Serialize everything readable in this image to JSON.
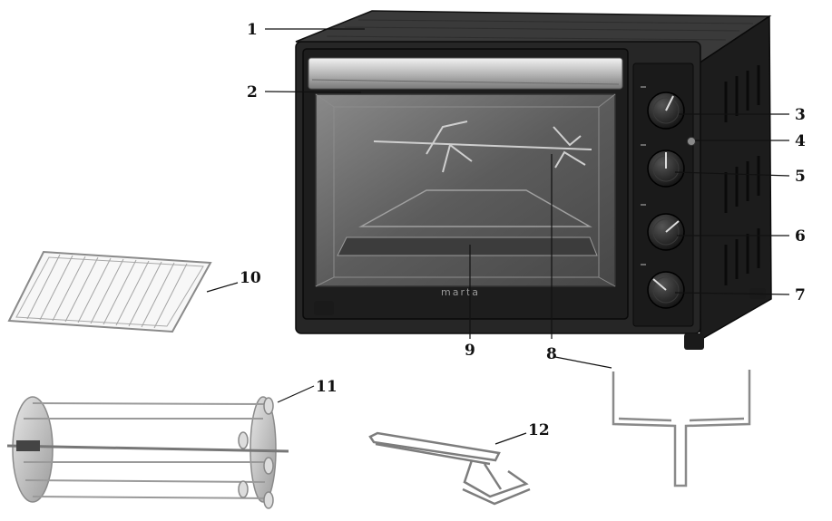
{
  "diagram": {
    "brand_logo": "marta",
    "callouts": [
      {
        "id": "c1",
        "label": "1"
      },
      {
        "id": "c2",
        "label": "2"
      },
      {
        "id": "c3",
        "label": "3"
      },
      {
        "id": "c4",
        "label": "4"
      },
      {
        "id": "c5",
        "label": "5"
      },
      {
        "id": "c6",
        "label": "6"
      },
      {
        "id": "c7",
        "label": "7"
      },
      {
        "id": "c8",
        "label": "8"
      },
      {
        "id": "c9",
        "label": "9"
      },
      {
        "id": "c10",
        "label": "10"
      },
      {
        "id": "c11",
        "label": "11"
      },
      {
        "id": "c12",
        "label": "12"
      }
    ]
  },
  "colors": {
    "oven_body": "#222222",
    "glass": "#6e6e6e",
    "steel": "#9a9a9a",
    "text": "#111111"
  }
}
